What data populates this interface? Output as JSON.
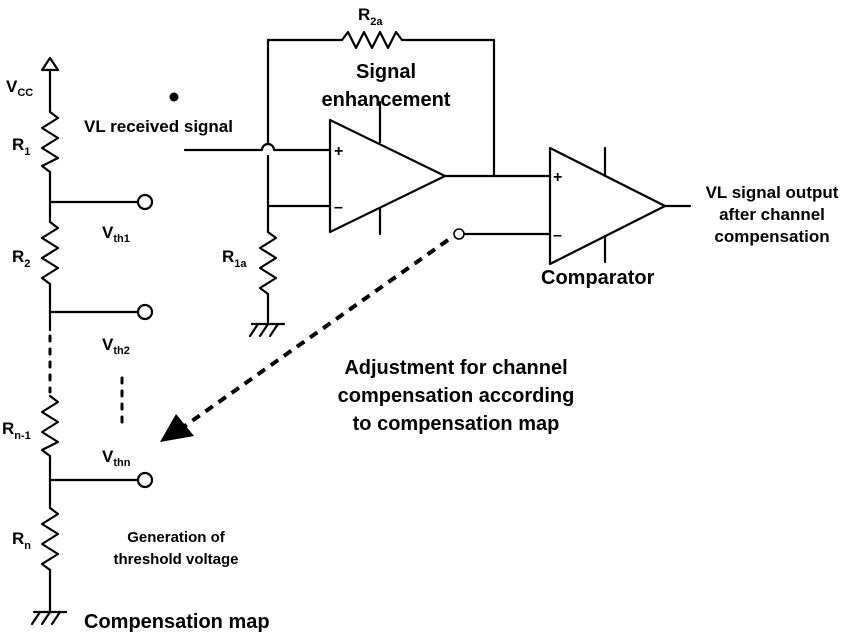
{
  "labels": {
    "vcc": "V",
    "vcc_sub": "CC",
    "r1": "R",
    "r1_sub": "1",
    "r2": "R",
    "r2_sub": "2",
    "rn1": "R",
    "rn1_sub": "n-1",
    "rn": "R",
    "rn_sub": "n",
    "vth1": "V",
    "vth1_sub": "th1",
    "vth2": "V",
    "vth2_sub": "th2",
    "vthn": "V",
    "vthn_sub": "thn",
    "r1a": "R",
    "r1a_sub": "1a",
    "r2a": "R",
    "r2a_sub": "2a",
    "vl_received": "VL received signal",
    "signal_enh_1": "Signal",
    "signal_enh_2": "enhancement",
    "comparator": "Comparator",
    "output_1": "VL signal output",
    "output_2": "after channel",
    "output_3": "compensation",
    "adjust_1": "Adjustment for channel",
    "adjust_2": "compensation  according",
    "adjust_3": "to compensation map",
    "gen_1": "Generation of",
    "gen_2": "threshold voltage",
    "comp_map": "Compensation map",
    "plus": "+",
    "minus": "–"
  }
}
